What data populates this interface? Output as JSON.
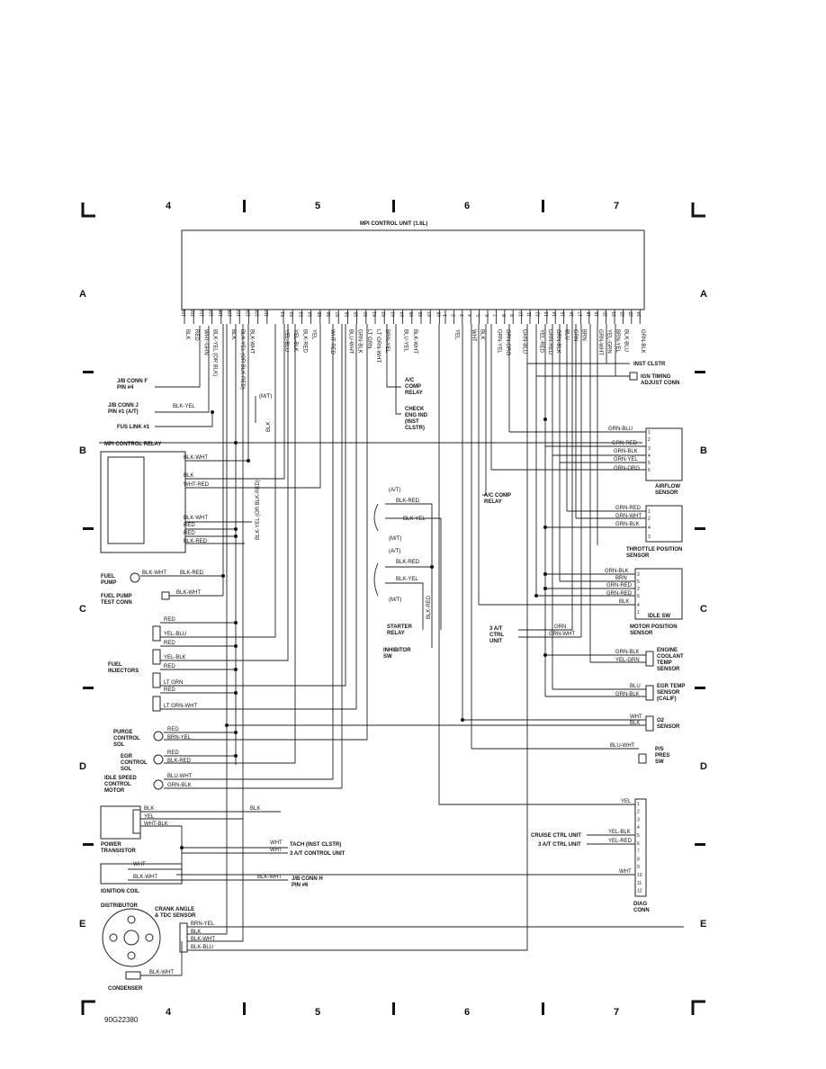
{
  "title": "MPI CONTROL UNIT (1.6L)",
  "figure_ref": "90G22380",
  "grid_columns": [
    "4",
    "5",
    "6",
    "7"
  ],
  "grid_rows": [
    "A",
    "B",
    "C",
    "D",
    "E"
  ],
  "ecu_pins_left": [
    "101",
    "102",
    "103",
    "104",
    "105",
    "106",
    "107",
    "108",
    "109",
    "110"
  ],
  "ecu_pins_mid": [
    "51",
    "52",
    "53",
    "54",
    "55",
    "56",
    "57",
    "58",
    "59",
    "60",
    "61",
    "62",
    "63",
    "64",
    "65",
    "66",
    "67",
    "68"
  ],
  "ecu_pins_right": [
    "1",
    "2",
    "3",
    "4",
    "5",
    "6",
    "7",
    "8",
    "9",
    "10",
    "11",
    "12",
    "13",
    "14",
    "15",
    "16",
    "17",
    "18",
    "19",
    "20",
    "21",
    "22",
    "23",
    "24"
  ],
  "ecu_wires_left": [
    "BLK",
    "RED",
    "WHT-GRN",
    "BLK-YEL (OR BLK)",
    "",
    "BLK",
    "BLK-YEL (OR BLK-RED)",
    "BLK-WHT",
    "",
    ""
  ],
  "ecu_wires_mid": [
    "YEL-BLU",
    "YEL-BLK",
    "BLK-RED",
    "YEL",
    "",
    "WHT-RED",
    "",
    "BLU-WHT",
    "GRN-BLK",
    "LT GRN",
    "LT GRN-WHT",
    "BRN-YEL",
    "",
    "BLU-YEL",
    "BLK-WHT",
    "",
    "",
    ""
  ],
  "ecu_wires_right": [
    "",
    "YEL",
    "",
    "WHT",
    "BLK",
    "",
    "GRN-YEL",
    "GRN-ORG",
    "",
    "GRN-BLU",
    "",
    "YEL-RED",
    "GRN-RED",
    "GRN-BLK",
    "BLU",
    "GRN",
    "BRN",
    "",
    "GRN-WHT",
    "YEL-GRN",
    "BRN-YEL",
    "BLK-BLU",
    "",
    "GRN-BLK"
  ],
  "components": {
    "jb_conn_f": "J/B CONN F\nPIN #4",
    "jb_conn_j": "J/B CONN J\nPIN #1 (A/T)",
    "fus_link": "FUS LINK #1",
    "mt_label": "(M/T)",
    "mpi_relay": "MPI CONTROL RELAY",
    "fuel_pump": "FUEL\nPUMP",
    "fuel_pump_test": "FUEL PUMP\nTEST CONN",
    "fuel_injectors": "FUEL\nINJECTORS",
    "purge_sol": "PURGE\nCONTROL\nSOL",
    "egr_sol": "EGR\nCONTROL\nSOL",
    "isc_motor": "IDLE SPEED\nCONTROL\nMOTOR",
    "power_transistor": "POWER\nTRANSISTOR",
    "ignition_coil": "IGNITION COIL",
    "distributor": "DISTRIBUTOR",
    "crank_sensor": "CRANK ANGLE\n& TDC SENSOR",
    "condenser": "CONDENSER",
    "ac_comp_relay_top": "A/C\nCOMP\nRELAY",
    "check_eng": "CHECK\nENG IND\n(INST\nCLSTR)",
    "inst_clstr": "INST CLSTR",
    "ign_timing": "IGN TIMING\nADJUST CONN",
    "airflow": "AIRFLOW\nSENSOR",
    "ac_comp_relay": "A/C COMP\nRELAY",
    "throttle": "THROTTLE POSITION\nSENSOR",
    "motor_pos": "MOTOR POSITION\nSENSOR",
    "idle_sw": "IDLE SW",
    "at_ctrl": "3 A/T\nCTRL\nUNIT",
    "coolant": "ENGINE\nCOOLANT\nTEMP\nSENSOR",
    "egr_temp": "EGR TEMP\nSENSOR\n(CALIF)",
    "o2": "O2\nSENSOR",
    "ps_sw": "P/S\nPRES\nSW",
    "starter_relay": "STARTER\nRELAY",
    "inhibitor_sw": "INHIBITOR\nSW",
    "tach": "TACH (INST CLSTR)",
    "at_ctrl2": "3 A/T CONTROL UNIT",
    "jb_conn_h": "J/B CONN H\nPIN #6",
    "cruise": "CRUISE CTRL UNIT",
    "at_ctrl3": "3 A/T CTRL UNIT",
    "diag": "DIAG\nCONN",
    "at": "(A/T)",
    "mt": "(M/T)"
  },
  "wire_labels": {
    "blk_yel": "BLK-YEL",
    "blk": "BLK",
    "blk_wht": "BLK-WHT",
    "wht_red": "WHT-RED",
    "red": "RED",
    "blk_red": "BLK-RED",
    "yel_blu": "YEL-BLU",
    "yel_blk": "YEL-BLK",
    "lt_grn": "LT GRN",
    "lt_grn_wht": "LT GRN-WHT",
    "brn_yel": "BRN-YEL",
    "blu_wht": "BLU-WHT",
    "grn_blk": "GRN-BLK",
    "yel": "YEL",
    "wht_blk": "WHT-BLK",
    "wht": "WHT",
    "grn_blu": "GRN-BLU",
    "grn_red": "GRN-RED",
    "grn_yel": "GRN-YEL",
    "grn_org": "GRN-ORG",
    "grn_wht": "GRN-WHT",
    "brn": "BRN",
    "grn": "GRN",
    "yel_grn": "YEL-GRN",
    "blu": "BLU",
    "blk_blu": "BLK-BLU",
    "blk_yel_or_blk_red": "BLK-YEL (OR BLK-RED)",
    "yel_red": "YEL-RED"
  }
}
